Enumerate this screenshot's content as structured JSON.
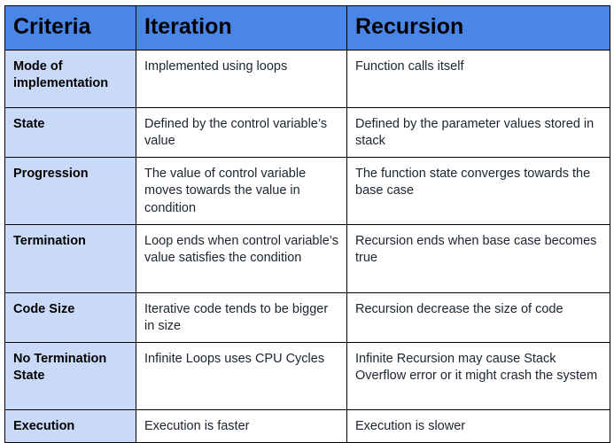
{
  "document": {
    "type": "comparison-table",
    "accent_header_color": "#4a86e8",
    "criteria_column_color": "#c9daf8",
    "body_background": "#ffffff",
    "border_color": "#000000",
    "text_color": "#1b2430"
  },
  "table": {
    "headers": [
      "Criteria",
      "Iteration",
      "Recursion"
    ],
    "rows": [
      {
        "criteria": "Mode of implementation",
        "iteration": "Implemented using loops",
        "recursion": "Function calls itself"
      },
      {
        "criteria": "State",
        "iteration": "Defined by the control variable’s value",
        "recursion": "Defined by the parameter values stored in stack"
      },
      {
        "criteria": "Progression",
        "iteration": "The value of control variable moves towards the value in condition",
        "recursion": "The function state converges towards the base case"
      },
      {
        "criteria": "Termination",
        "iteration": "Loop ends when control variable’s value satisfies the condition",
        "recursion": "Recursion ends when base case becomes true"
      },
      {
        "criteria": "Code Size",
        "iteration": "Iterative code tends to be bigger in size",
        "recursion": "Recursion decrease the size of code"
      },
      {
        "criteria": "No Termination State",
        "iteration": "Infinite Loops uses CPU Cycles",
        "recursion": "Infinite Recursion may cause Stack Overflow error or it might crash the system"
      },
      {
        "criteria": "Execution",
        "iteration": "Execution is faster",
        "recursion": "Execution is slower"
      }
    ]
  }
}
